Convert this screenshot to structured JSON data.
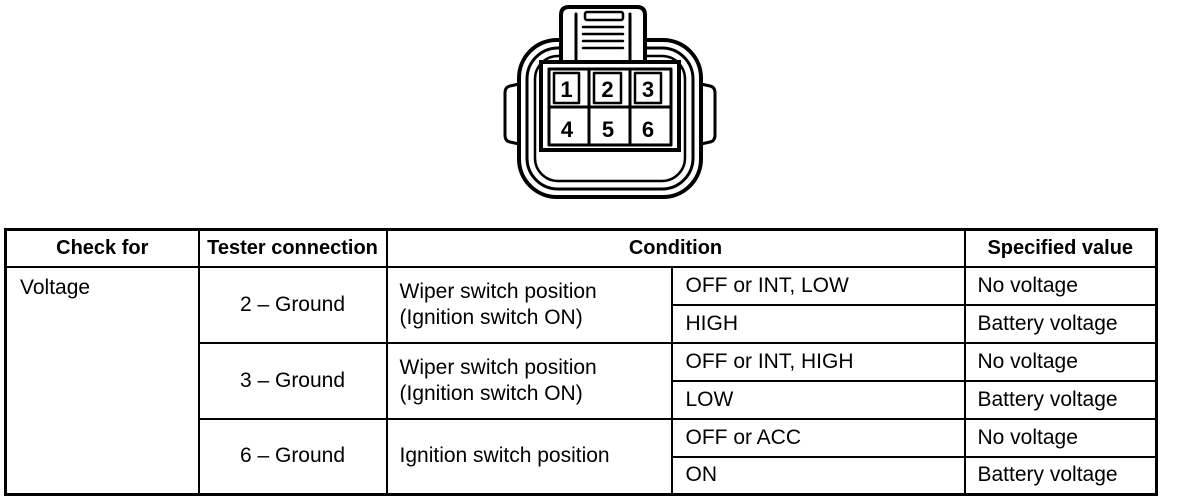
{
  "connector": {
    "pin_labels": [
      "1",
      "2",
      "3",
      "4",
      "5",
      "6"
    ]
  },
  "table": {
    "header": {
      "check_for": "Check for",
      "tester_connection": "Tester connection",
      "condition": "Condition",
      "specified_value": "Specified value"
    },
    "check_for": "Voltage",
    "groups": [
      {
        "tester_connection": "2 – Ground",
        "condition": [
          "Wiper switch position",
          "(Ignition switch ON)"
        ],
        "rows": [
          {
            "switch_position": "OFF or INT, LOW",
            "specified_value": "No voltage"
          },
          {
            "switch_position": "HIGH",
            "specified_value": "Battery voltage"
          }
        ]
      },
      {
        "tester_connection": "3 – Ground",
        "condition": [
          "Wiper switch position",
          "(Ignition switch ON)"
        ],
        "rows": [
          {
            "switch_position": "OFF or INT, HIGH",
            "specified_value": "No voltage"
          },
          {
            "switch_position": "LOW",
            "specified_value": "Battery voltage"
          }
        ]
      },
      {
        "tester_connection": "6 – Ground",
        "condition": [
          "Ignition switch position"
        ],
        "rows": [
          {
            "switch_position": "OFF or ACC",
            "specified_value": "No voltage"
          },
          {
            "switch_position": "ON",
            "specified_value": "Battery voltage"
          }
        ]
      }
    ]
  }
}
